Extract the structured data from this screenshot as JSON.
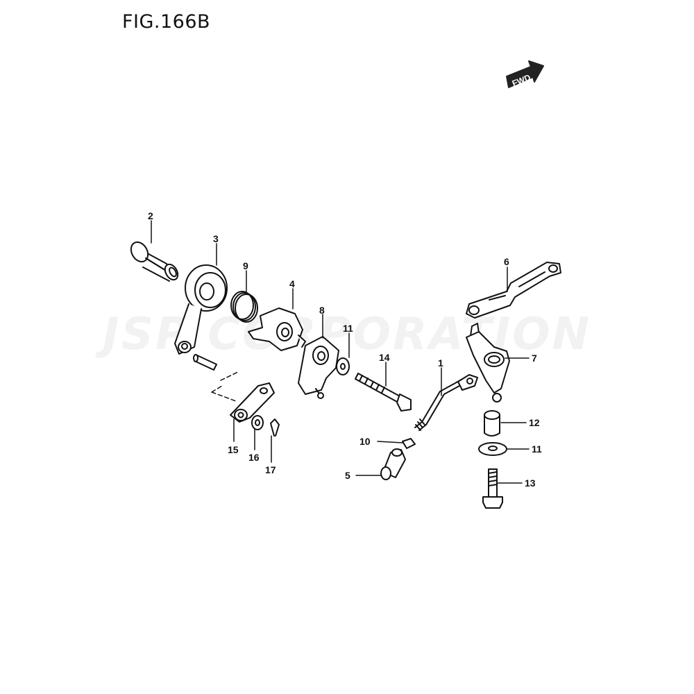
{
  "figure": {
    "title": "FIG.166B",
    "direction_badge": "FWD",
    "watermark": "JSP CORPORATION"
  },
  "callouts": [
    {
      "id": "c2",
      "label": "2"
    },
    {
      "id": "c3",
      "label": "3"
    },
    {
      "id": "c9",
      "label": "9"
    },
    {
      "id": "c4",
      "label": "4"
    },
    {
      "id": "c8",
      "label": "8"
    },
    {
      "id": "c11a",
      "label": "11"
    },
    {
      "id": "c14",
      "label": "14"
    },
    {
      "id": "c1",
      "label": "1"
    },
    {
      "id": "c6",
      "label": "6"
    },
    {
      "id": "c7",
      "label": "7"
    },
    {
      "id": "c12",
      "label": "12"
    },
    {
      "id": "c11b",
      "label": "11"
    },
    {
      "id": "c13",
      "label": "13"
    },
    {
      "id": "c10",
      "label": "10"
    },
    {
      "id": "c5",
      "label": "5"
    },
    {
      "id": "c15",
      "label": "15"
    },
    {
      "id": "c16",
      "label": "16"
    },
    {
      "id": "c17",
      "label": "17"
    }
  ],
  "colors": {
    "line": "#111111",
    "watermark": "#f2f2f2",
    "badge": "#222222"
  },
  "icons": {
    "direction": "fwd-arrow-icon"
  }
}
